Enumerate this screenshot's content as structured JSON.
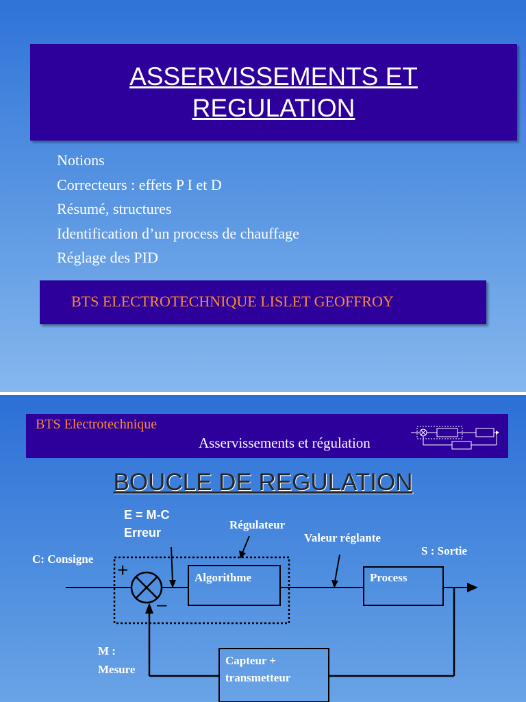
{
  "slide1": {
    "title": "ASSERVISSEMENTS ET REGULATION",
    "bullets": [
      "Notions",
      "Correcteurs : effets P I et D",
      "Résumé, structures",
      "Identification d’un process de chauffage",
      "Réglage des PID"
    ],
    "footer": "BTS ELECTROTECHNIQUE LISLET GEOFFROY"
  },
  "slide2": {
    "header_left": "BTS Electrotechnique",
    "header_right": "Asservissements et régulation",
    "title": "BOUCLE DE REGULATION",
    "diagram": {
      "error_formula": "E = M-C",
      "error_label": "Erreur",
      "regulator_label": "Régulateur",
      "manipulated_label": "Valeur réglante",
      "output_label": "S : Sortie",
      "setpoint_label": "C: Consigne",
      "plus_sign": "+",
      "minus_sign": "–",
      "algorithm_label": "Algorithme",
      "process_label": "Process",
      "measure_label_line1": "M :",
      "measure_label_line2": "Mesure",
      "sensor_label_line1": "Capteur +",
      "sensor_label_line2": "transmetteur"
    }
  },
  "colors": {
    "title_box": "#2d009c",
    "footer_text": "#ff8a33",
    "background_top": "#2f73d8",
    "background_bottom": "#86b8ee"
  }
}
